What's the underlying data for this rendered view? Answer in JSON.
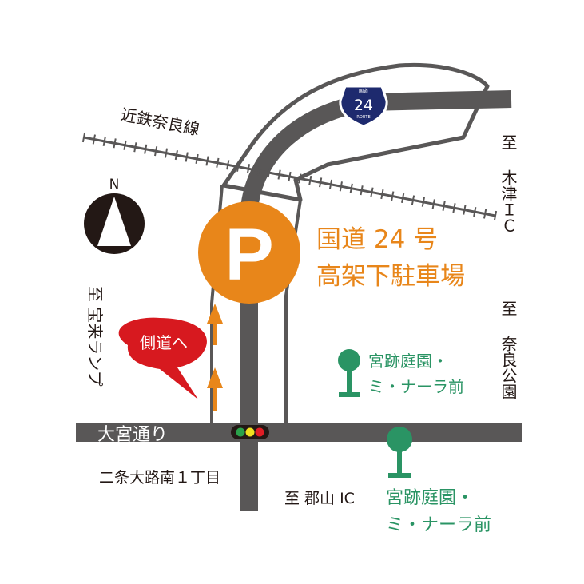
{
  "railway": {
    "name": "近鉄奈良線"
  },
  "route_shield": {
    "top": "国道",
    "number": "24",
    "bottom": "ROUTE"
  },
  "compass": {
    "letter": "N"
  },
  "parking": {
    "symbol": "P",
    "line1": "国道 24 号",
    "line2": "高架下駐車場",
    "color": "#e8861a"
  },
  "callout": {
    "text": "側道へ",
    "color": "#d7191f"
  },
  "road_label": "大宮通り",
  "intersection": "二条大路南１丁目",
  "directions": {
    "north_east": "至 木津ＩＣ",
    "east": "至 奈良公園",
    "west": "至 宝来ランプ",
    "south": "至 郡山 IC"
  },
  "bus_stops": [
    {
      "line1": "宮跡庭園・",
      "line2": "ミ・ナーラ前"
    },
    {
      "line1": "宮跡庭園・",
      "line2": "ミ・ナーラ前"
    }
  ],
  "colors": {
    "road": "#595757",
    "bus_stop": "#2a9464",
    "arrow": "#e8861a"
  }
}
